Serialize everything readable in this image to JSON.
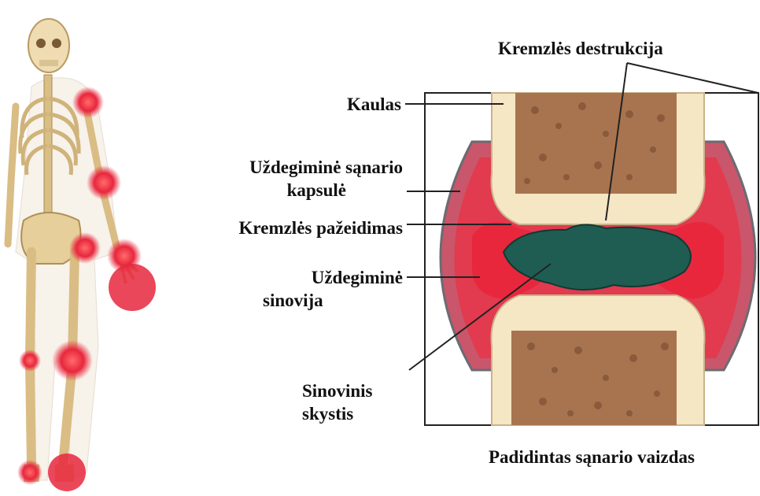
{
  "labels": {
    "cartilage_destruction": "Kremzlės destrukcija",
    "bone": "Kaulas",
    "inflamed_capsule_line1": "Uždegiminė sąnario",
    "inflamed_capsule_line2": "kapsulė",
    "cartilage_damage": "Kremzlės pažeidimas",
    "inflamed_synovium_line1": "Uždegiminė",
    "inflamed_synovium_line2": "sinovija",
    "synovial_fluid_line1": "Sinovinis",
    "synovial_fluid_line2": "skystis",
    "caption": "Padidintas sąnario vaizdas"
  },
  "colors": {
    "bone": "#f5e6c4",
    "marrow": "#a8744f",
    "inflammation": "#e8273d",
    "fluid": "#1f5d52",
    "skeleton": "#eed9ad",
    "frame": "#222222"
  }
}
